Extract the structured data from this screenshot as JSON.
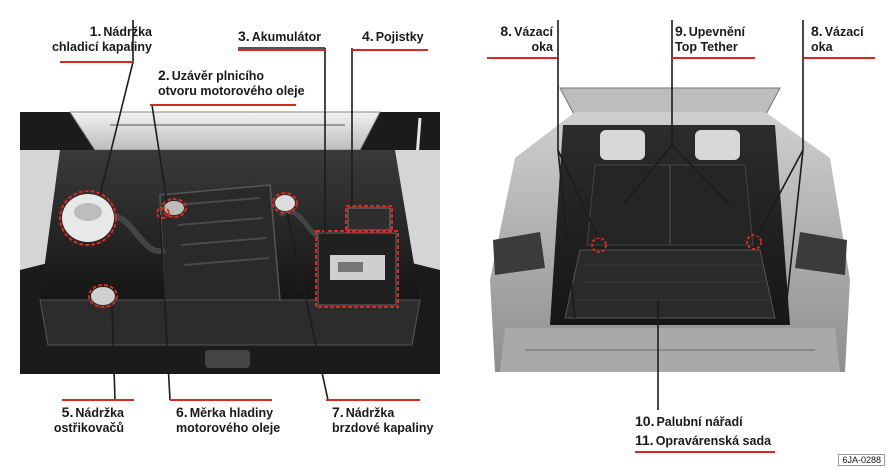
{
  "engine_labels": [
    {
      "num": "1.",
      "line1": "Nádržka",
      "line2": "chladicí kapaliny"
    },
    {
      "num": "2.",
      "line1": "Uzávěr plnicího",
      "line2": "otvoru motorového oleje"
    },
    {
      "num": "3.",
      "line1": "Akumulátor",
      "line2": ""
    },
    {
      "num": "4.",
      "line1": "Pojistky",
      "line2": ""
    },
    {
      "num": "5.",
      "line1": "Nádržka",
      "line2": "ostřikovačů"
    },
    {
      "num": "6.",
      "line1": "Měrka hladiny",
      "line2": "motorového oleje"
    },
    {
      "num": "7.",
      "line1": "Nádržka",
      "line2": "brzdové kapaliny"
    }
  ],
  "trunk_labels": [
    {
      "num": "8.",
      "line1": "Vázací",
      "line2": "oka"
    },
    {
      "num": "9.",
      "line1": "Upevnění",
      "line2": "Top Tether"
    },
    {
      "num": "8.",
      "line1": "Vázací",
      "line2": "oka"
    },
    {
      "num": "10.",
      "line1": "Palubní nářadí",
      "line2": ""
    },
    {
      "num": "11.",
      "line1": "Opravárenská sada",
      "line2": ""
    }
  ],
  "figure_code": "6JA-0288",
  "colors": {
    "accent": "#d62b20",
    "dark": "#1c1c1c",
    "panel_bg": "#d8d8d8"
  }
}
